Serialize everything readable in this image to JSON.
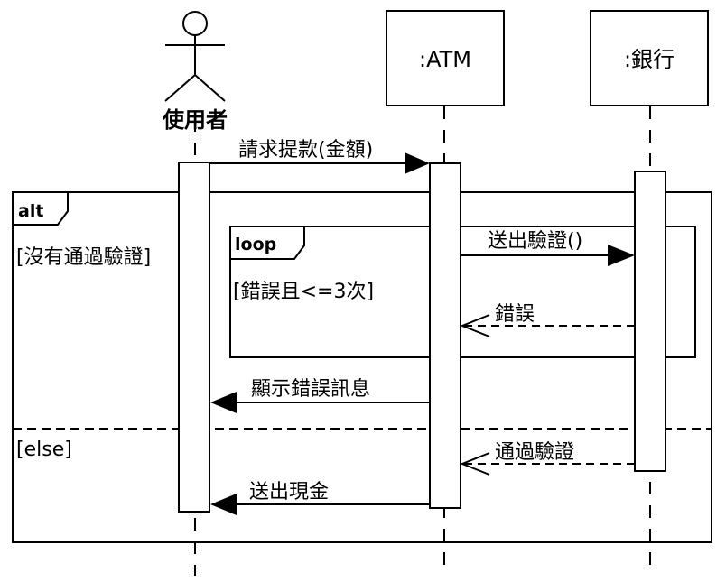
{
  "participants": {
    "user": "使用者",
    "atm": ":ATM",
    "bank": ":銀行"
  },
  "fragments": {
    "alt": {
      "keyword": "alt",
      "guard_1": "[沒有通過驗證]",
      "guard_2": "[else]"
    },
    "loop": {
      "keyword": "loop",
      "guard": "[錯誤且<=3次]"
    }
  },
  "messages": {
    "request": "請求提款(金額)",
    "send_verify": "送出驗證()",
    "error": "錯誤",
    "show_error": "顯示錯誤訊息",
    "pass": "通過驗證",
    "dispense": "送出現金"
  }
}
